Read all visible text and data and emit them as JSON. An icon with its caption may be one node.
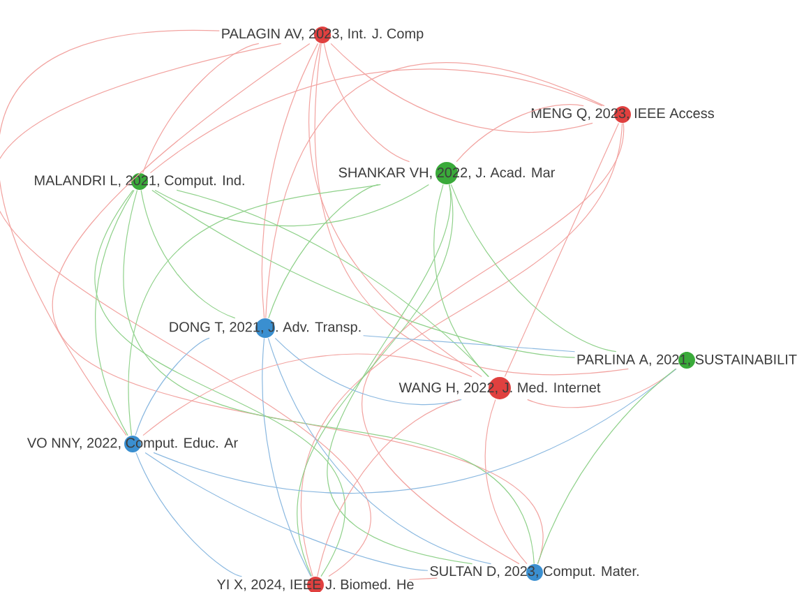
{
  "diagram": {
    "nodes": [
      {
        "text": [
          "PALAGIN AV, 2023, Int. J. Comp"
        ]
      },
      {
        "text": [
          "MENG Q, 2023, IEEE Access"
        ]
      },
      {
        "text": [
          "MALANDRI L, 2021, Comput. Ind."
        ]
      },
      {
        "text": [
          "SHANKAR VH, 2022, J. Acad. Mar"
        ]
      },
      {
        "text": [
          "DONG T, 2021, J. Adv. Transp."
        ]
      },
      {
        "text": [
          "WANG H, 2022, J. Med. Internet"
        ]
      },
      {
        "text": [
          "PARLINA A, 2021, SUSTAINABILIT"
        ]
      },
      {
        "text": [
          "VO NNY, 2022, Comput. Educ. Ar"
        ]
      },
      {
        "text": [
          "YI X, 2024, IEEE J. Biomed. He"
        ]
      },
      {
        "text": [
          "SULTAN D, 2023, Comput. Mater."
        ]
      }
    ],
    "edges": [
      {
        "from": 0,
        "to": 1,
        "arrow": "none"
      },
      {
        "from": 0,
        "to": 2,
        "arrow": "none"
      },
      {
        "from": 0,
        "to": 3,
        "arrow": "none"
      },
      {
        "from": 0,
        "to": 5,
        "arrow": "none"
      },
      {
        "from": 0,
        "to": 8,
        "arrow": "none"
      },
      {
        "from": 0,
        "to": 9,
        "arrow": "none"
      },
      {
        "from": 0,
        "to": 7,
        "arrow": "none"
      },
      {
        "from": 0,
        "to": 4,
        "arrow": "none"
      },
      {
        "from": 0,
        "to": 6,
        "arrow": "none"
      },
      {
        "from": 1,
        "to": 3,
        "arrow": "none"
      },
      {
        "from": 1,
        "to": 5,
        "arrow": "none"
      },
      {
        "from": 1,
        "to": 8,
        "arrow": "none"
      },
      {
        "from": 1,
        "to": 2,
        "arrow": "none"
      },
      {
        "from": 1,
        "to": 9,
        "arrow": "none"
      },
      {
        "from": 1,
        "to": 4,
        "arrow": "none"
      },
      {
        "from": 2,
        "to": 3,
        "arrow": "none",
        "color": "#8fd18a"
      },
      {
        "from": 2,
        "to": 4,
        "arrow": "none",
        "color": "#8fd18a"
      },
      {
        "from": 2,
        "to": 5,
        "arrow": "none",
        "color": "#8fd18a"
      },
      {
        "from": 2,
        "to": 7,
        "arrow": "none",
        "color": "#8fd18a"
      },
      {
        "from": 2,
        "to": 6,
        "arrow": "none",
        "color": "#8fd18a"
      },
      {
        "from": 2,
        "to": 9,
        "arrow": "none",
        "color": "#8fd18a"
      },
      {
        "from": 2,
        "to": 8,
        "arrow": "none",
        "color": "#8fd18a"
      },
      {
        "from": 3,
        "to": 4,
        "arrow": "none",
        "color": "#8fd18a"
      },
      {
        "from": 3,
        "to": 5,
        "arrow": "none",
        "color": "#8fd18a"
      },
      {
        "from": 3,
        "to": 6,
        "arrow": "none",
        "color": "#8fd18a"
      },
      {
        "from": 3,
        "to": 7,
        "arrow": "none",
        "color": "#8fd18a"
      },
      {
        "from": 3,
        "to": 8,
        "arrow": "none",
        "color": "#8fd18a"
      },
      {
        "from": 3,
        "to": 9,
        "arrow": "none",
        "color": "#8fd18a"
      },
      {
        "from": 4,
        "to": 5,
        "arrow": "none",
        "color": "#8ab8e0"
      },
      {
        "from": 4,
        "to": 7,
        "arrow": "none",
        "color": "#8ab8e0"
      },
      {
        "from": 4,
        "to": 9,
        "arrow": "none",
        "color": "#8ab8e0"
      },
      {
        "from": 4,
        "to": 8,
        "arrow": "none",
        "color": "#8ab8e0"
      },
      {
        "from": 4,
        "to": 6,
        "arrow": "none",
        "color": "#8ab8e0"
      },
      {
        "from": 5,
        "to": 6,
        "arrow": "none"
      },
      {
        "from": 5,
        "to": 9,
        "arrow": "none"
      },
      {
        "from": 5,
        "to": 8,
        "arrow": "none"
      },
      {
        "from": 5,
        "to": 7,
        "arrow": "none"
      },
      {
        "from": 7,
        "to": 9,
        "arrow": "none",
        "color": "#8ab8e0"
      },
      {
        "from": 7,
        "to": 8,
        "arrow": "none",
        "color": "#8ab8e0"
      },
      {
        "from": 7,
        "to": 6,
        "arrow": "none",
        "color": "#8ab8e0"
      },
      {
        "from": 8,
        "to": 9,
        "arrow": "none"
      },
      {
        "from": 6,
        "to": 9,
        "arrow": "none",
        "color": "#8fd18a"
      }
    ]
  }
}
